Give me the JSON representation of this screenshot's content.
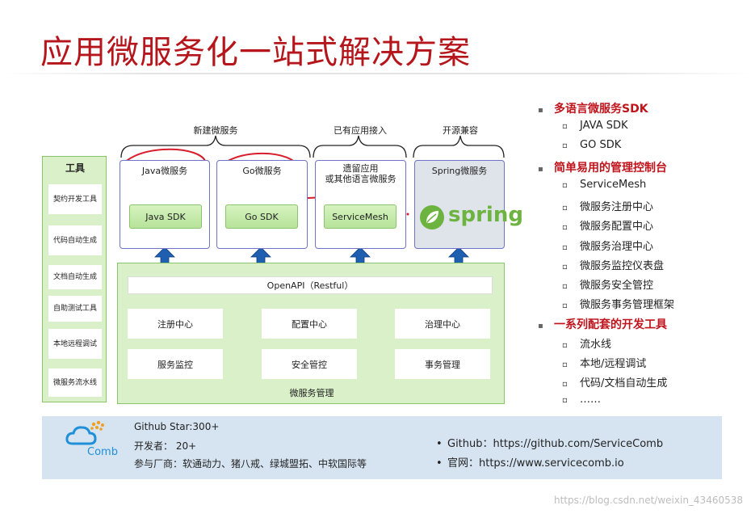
{
  "title": "应用微服务化一站式解决方案",
  "groups": {
    "new_services": "新建微服务",
    "existing_apps": "已有应用接入",
    "open_source": "开源兼容"
  },
  "tools": {
    "title": "工具",
    "items": [
      "契约开发工具",
      "代码自动生成",
      "文档自动生成",
      "自助测试工具",
      "本地远程调试",
      "微服务流水线"
    ]
  },
  "apps": [
    {
      "title": "Java微服务",
      "sdk": "Java SDK"
    },
    {
      "title": "Go微服务",
      "sdk": "Go SDK"
    },
    {
      "title_line1": "遗留应用",
      "title_line2": "或其他语言微服务",
      "sdk": "ServiceMesh"
    },
    {
      "title": "Spring微服务",
      "logo_text": "spring"
    }
  ],
  "platform": {
    "openapi": "OpenAPI（Restful）",
    "centers": [
      "注册中心",
      "配置中心",
      "治理中心",
      "服务监控",
      "安全管控",
      "事务管理"
    ],
    "label": "微服务管理"
  },
  "features": [
    {
      "heading": "多语言微服务SDK",
      "items": [
        "JAVA SDK",
        "GO SDK"
      ]
    },
    {
      "heading": "简单易用的管理控制台",
      "items": [
        "ServiceMesh",
        "微服务注册中心",
        "微服务配置中心",
        "微服务治理中心",
        "微服务监控仪表盘",
        "微服务安全管控",
        "微服务事务管理框架"
      ]
    },
    {
      "heading": "一系列配套的开发工具",
      "items": [
        "流水线",
        "本地/远程调试",
        "代码/文档自动生成",
        "……"
      ]
    }
  ],
  "bullet_glyph": "▪",
  "sub_bullet_glyph": "▫",
  "banner": {
    "logo_text": "Comb",
    "stars": "Github Star:300+",
    "developers": "开发者：  20+",
    "vendors": "参与厂商：软通动力、猪八戒、绿城盟拓、中软国际等",
    "github": "Github：https://github.com/ServiceComb",
    "website": "官网：https://www.servicecomb.io",
    "bullet": "•"
  },
  "watermark": "https://blog.csdn.net/weixin_43460538",
  "colors": {
    "title": "#b5161b",
    "accent_red": "#c0141c",
    "green_fill": "#d9f0c8",
    "arrow_blue": "#1f5fb0",
    "app_border": "#6f73c9",
    "banner": "#d6e4f2"
  }
}
